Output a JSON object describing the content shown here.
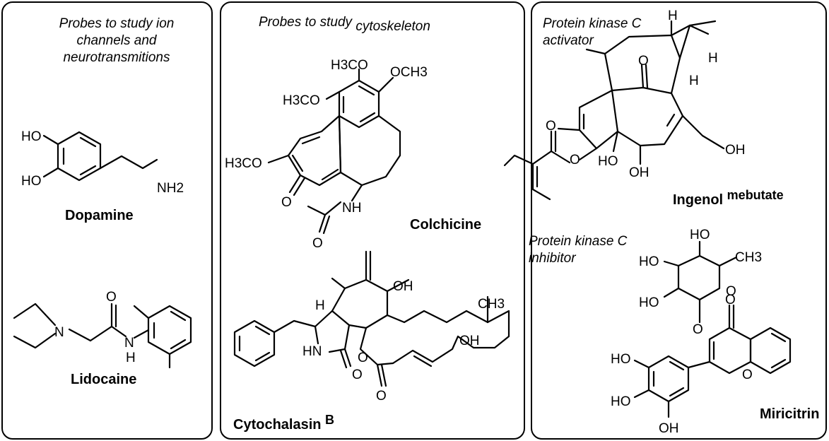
{
  "panels": {
    "left": {
      "caption_lines": [
        "Probes to study ion",
        "channels and",
        "neurotransmitions"
      ],
      "compounds": [
        {
          "name": "Dopamine",
          "atoms": [
            "HO",
            "HO",
            "NH2"
          ]
        },
        {
          "name": "Lidocaine",
          "atoms": [
            "N",
            "O",
            "N",
            "H"
          ]
        }
      ]
    },
    "middle": {
      "caption_main": "Probes to study",
      "caption_sub": "cytoskeleton",
      "compounds": [
        {
          "name": "Colchicine",
          "atoms": [
            "H3CO",
            "OCH3",
            "H3CO",
            "H3CO",
            "O",
            "NH",
            "O"
          ]
        },
        {
          "name": "Cytochalasin",
          "name_suffix": "B",
          "atoms": [
            "OH",
            "CH3",
            "H",
            "HN",
            "O",
            "O",
            "OH",
            "O"
          ]
        }
      ]
    },
    "right": {
      "activator_caption": [
        "Protein kinase C",
        "activator"
      ],
      "inhibitor_caption": [
        "Protein kinase C",
        "inhibitor"
      ],
      "compounds": [
        {
          "name": "Ingenol",
          "name_suffix": "mebutate",
          "atoms": [
            "H",
            "O",
            "H",
            "H",
            "O",
            "O",
            "HO",
            "OH",
            "OH"
          ]
        },
        {
          "name": "Miricitrin",
          "atoms": [
            "HO",
            "HO",
            "CH3",
            "HO",
            "O",
            "O",
            "O",
            "O",
            "HO",
            "HO",
            "OH"
          ]
        }
      ]
    }
  }
}
